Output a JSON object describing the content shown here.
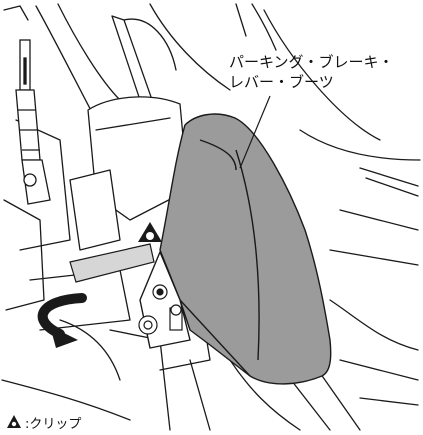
{
  "callout": {
    "line1": "パーキング・ブレーキ・",
    "line2": "レバー・ブーツ"
  },
  "legend": {
    "icon": "clip-triangle-icon",
    "text": ":クリップ"
  },
  "colors": {
    "boot_fill": "#9b9b9b",
    "line": "#1a1a1a",
    "background": "#ffffff"
  }
}
